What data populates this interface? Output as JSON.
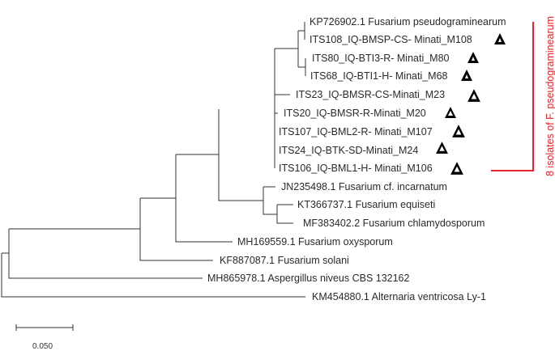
{
  "figure": {
    "type": "phylogenetic-tree",
    "leaves": [
      {
        "label": "KP726902.1 Fusarium pseudograminearum",
        "marker": false
      },
      {
        "label": "ITS108_IQ-BMSP-CS- Minati_M108",
        "marker": true
      },
      {
        "label": "ITS80_IQ-BTI3-R- Minati_M80",
        "marker": true
      },
      {
        "label": "ITS68_IQ-BTI1-H- Minati_M68",
        "marker": true
      },
      {
        "label": "ITS23_IQ-BMSR-CS-Minati_M23",
        "marker": true
      },
      {
        "label": "ITS20_IQ-BMSR-R-Minati_M20",
        "marker": true
      },
      {
        "label": "ITS107_IQ-BML2-R- Minati_M107",
        "marker": true
      },
      {
        "label": "ITS24_IQ-BTK-SD-Minati_M24",
        "marker": true
      },
      {
        "label": "ITS106_IQ-BML1-H- Minati_M106",
        "marker": true
      },
      {
        "label": "JN235498.1 Fusarium cf. incarnatum",
        "marker": false
      },
      {
        "label": "KT366737.1 Fusarium equiseti",
        "marker": false
      },
      {
        "label": "MF383402.2 Fusarium chlamydosporum",
        "marker": false
      },
      {
        "label": "MH169559.1 Fusarium oxysporum",
        "marker": false
      },
      {
        "label": "KF887087.1 Fusarium solani",
        "marker": false
      },
      {
        "label": "MH865978.1 Aspergillus niveus  CBS 132162",
        "marker": false
      },
      {
        "label": "KM454880.1 Alternaria ventricosa  Ly-1",
        "marker": false
      }
    ],
    "bracket": {
      "label": "8 isolates of F. pseudograminearum",
      "color": "#e8232a"
    },
    "scale_bar": {
      "label": "0.050"
    },
    "marker_icon": "triangle-icon",
    "line_color": "#333333"
  }
}
